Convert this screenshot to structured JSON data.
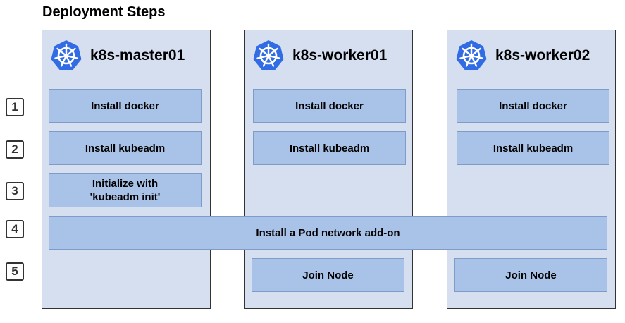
{
  "title": "Deployment Steps",
  "colors": {
    "node_bg": "#d6dff0",
    "step_bg": "#a9c3e8",
    "icon": "#326ce5"
  },
  "step_numbers": [
    "1",
    "2",
    "3",
    "4",
    "5"
  ],
  "nodes": [
    {
      "name": "k8s-master01",
      "icon": "kubernetes-icon",
      "steps": [
        "Install docker",
        "Install kubeadm",
        "Initialize with\n'kubeadm init'",
        "",
        ""
      ]
    },
    {
      "name": "k8s-worker01",
      "icon": "kubernetes-icon",
      "steps": [
        "Install docker",
        "Install kubeadm",
        "",
        "",
        "Join Node"
      ]
    },
    {
      "name": "k8s-worker02",
      "icon": "kubernetes-icon",
      "steps": [
        "Install docker",
        "Install kubeadm",
        "",
        "",
        "Join Node"
      ]
    }
  ],
  "shared_step": "Install a Pod network add-on"
}
